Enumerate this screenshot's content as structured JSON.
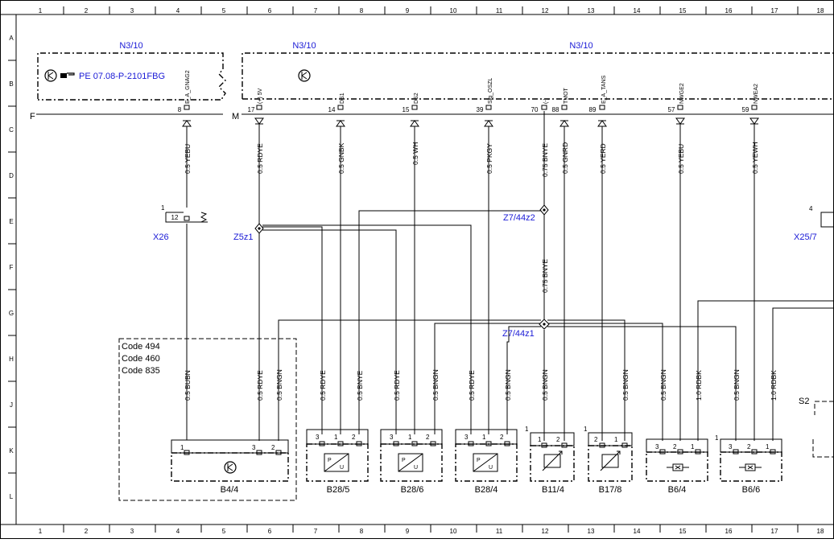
{
  "grid": {
    "columns": [
      "1",
      "2",
      "3",
      "4",
      "5",
      "6",
      "7",
      "8",
      "9",
      "10",
      "11",
      "12",
      "13",
      "14",
      "15",
      "16",
      "17",
      "18"
    ],
    "rows": [
      "A",
      "B",
      "C",
      "D",
      "E",
      "F",
      "G",
      "H",
      "J",
      "K",
      "L"
    ]
  },
  "modules": {
    "left_title": "N3/10",
    "mid_title": "N3/10",
    "right_title": "N3/10",
    "ref_text": "PE 07.08-P-2101FBG",
    "connector_f": "F",
    "connector_m": "M"
  },
  "pins": [
    {
      "num": "8",
      "sig": "E_A_GNAG2"
    },
    {
      "num": "17",
      "sig": "(+) 5V"
    },
    {
      "num": "14",
      "sig": "DS1"
    },
    {
      "num": "15",
      "sig": "DS2"
    },
    {
      "num": "39",
      "sig": "Sig_OSZL"
    },
    {
      "num": "70",
      "sig": "(-)"
    },
    {
      "num": "88",
      "sig": "TMOT"
    },
    {
      "num": "89",
      "sig": "E_A_TANS"
    },
    {
      "num": "57",
      "sig": "NWGE2"
    },
    {
      "num": "59",
      "sig": "NWEA2"
    }
  ],
  "top_wires": [
    "0.5 YEBU",
    "0.5 RDYE",
    "0.5 GNBK",
    "0.5 WH",
    "0.5 PKGY",
    "0.75 BNYE",
    "0.5 GNRD",
    "0.5 YERD",
    "0.5 YEBU",
    "0.5 YEWH"
  ],
  "mid_wire": "0.75 BNYE",
  "bottom_wires": [
    "0.5 BUBN",
    "0.5 RDYE",
    "0.5 BNGN",
    "0.5 RDYE",
    "0.5 BNYE",
    "0.5 RDYE",
    "0.5 BNGN",
    "0.5 RDYE",
    "0.5 BNGN",
    "0.5 BNGN",
    "0.5 BNGN",
    "0.5 BNGN",
    "1.0 RDBK",
    "0.5 BNGN",
    "1.0 RDBK"
  ],
  "splices": {
    "z5z1": "Z5z1",
    "z7_44z2": "Z7/44z2",
    "z7_44z1": "Z7/44z1"
  },
  "connectors": {
    "x26": "X26",
    "x26_pin": "12",
    "x26_num": "1",
    "x25": "X25/7",
    "x25_num": "4",
    "s2": "S2"
  },
  "codes": [
    "Code 494",
    "Code 460",
    "Code 835"
  ],
  "components": [
    "B4/4",
    "B28/5",
    "B28/6",
    "B28/4",
    "B11/4",
    "B17/8",
    "B6/4",
    "B6/6"
  ],
  "component_pins": {
    "b4_4": [
      "1",
      "3",
      "2"
    ],
    "b28": [
      "3",
      "1",
      "2"
    ],
    "b11_4": [
      "1",
      "2"
    ],
    "b17_8": [
      "2",
      "1"
    ],
    "b6": [
      "3",
      "2",
      "1"
    ],
    "one": "1"
  },
  "pu": {
    "p": "P",
    "u": "U"
  }
}
